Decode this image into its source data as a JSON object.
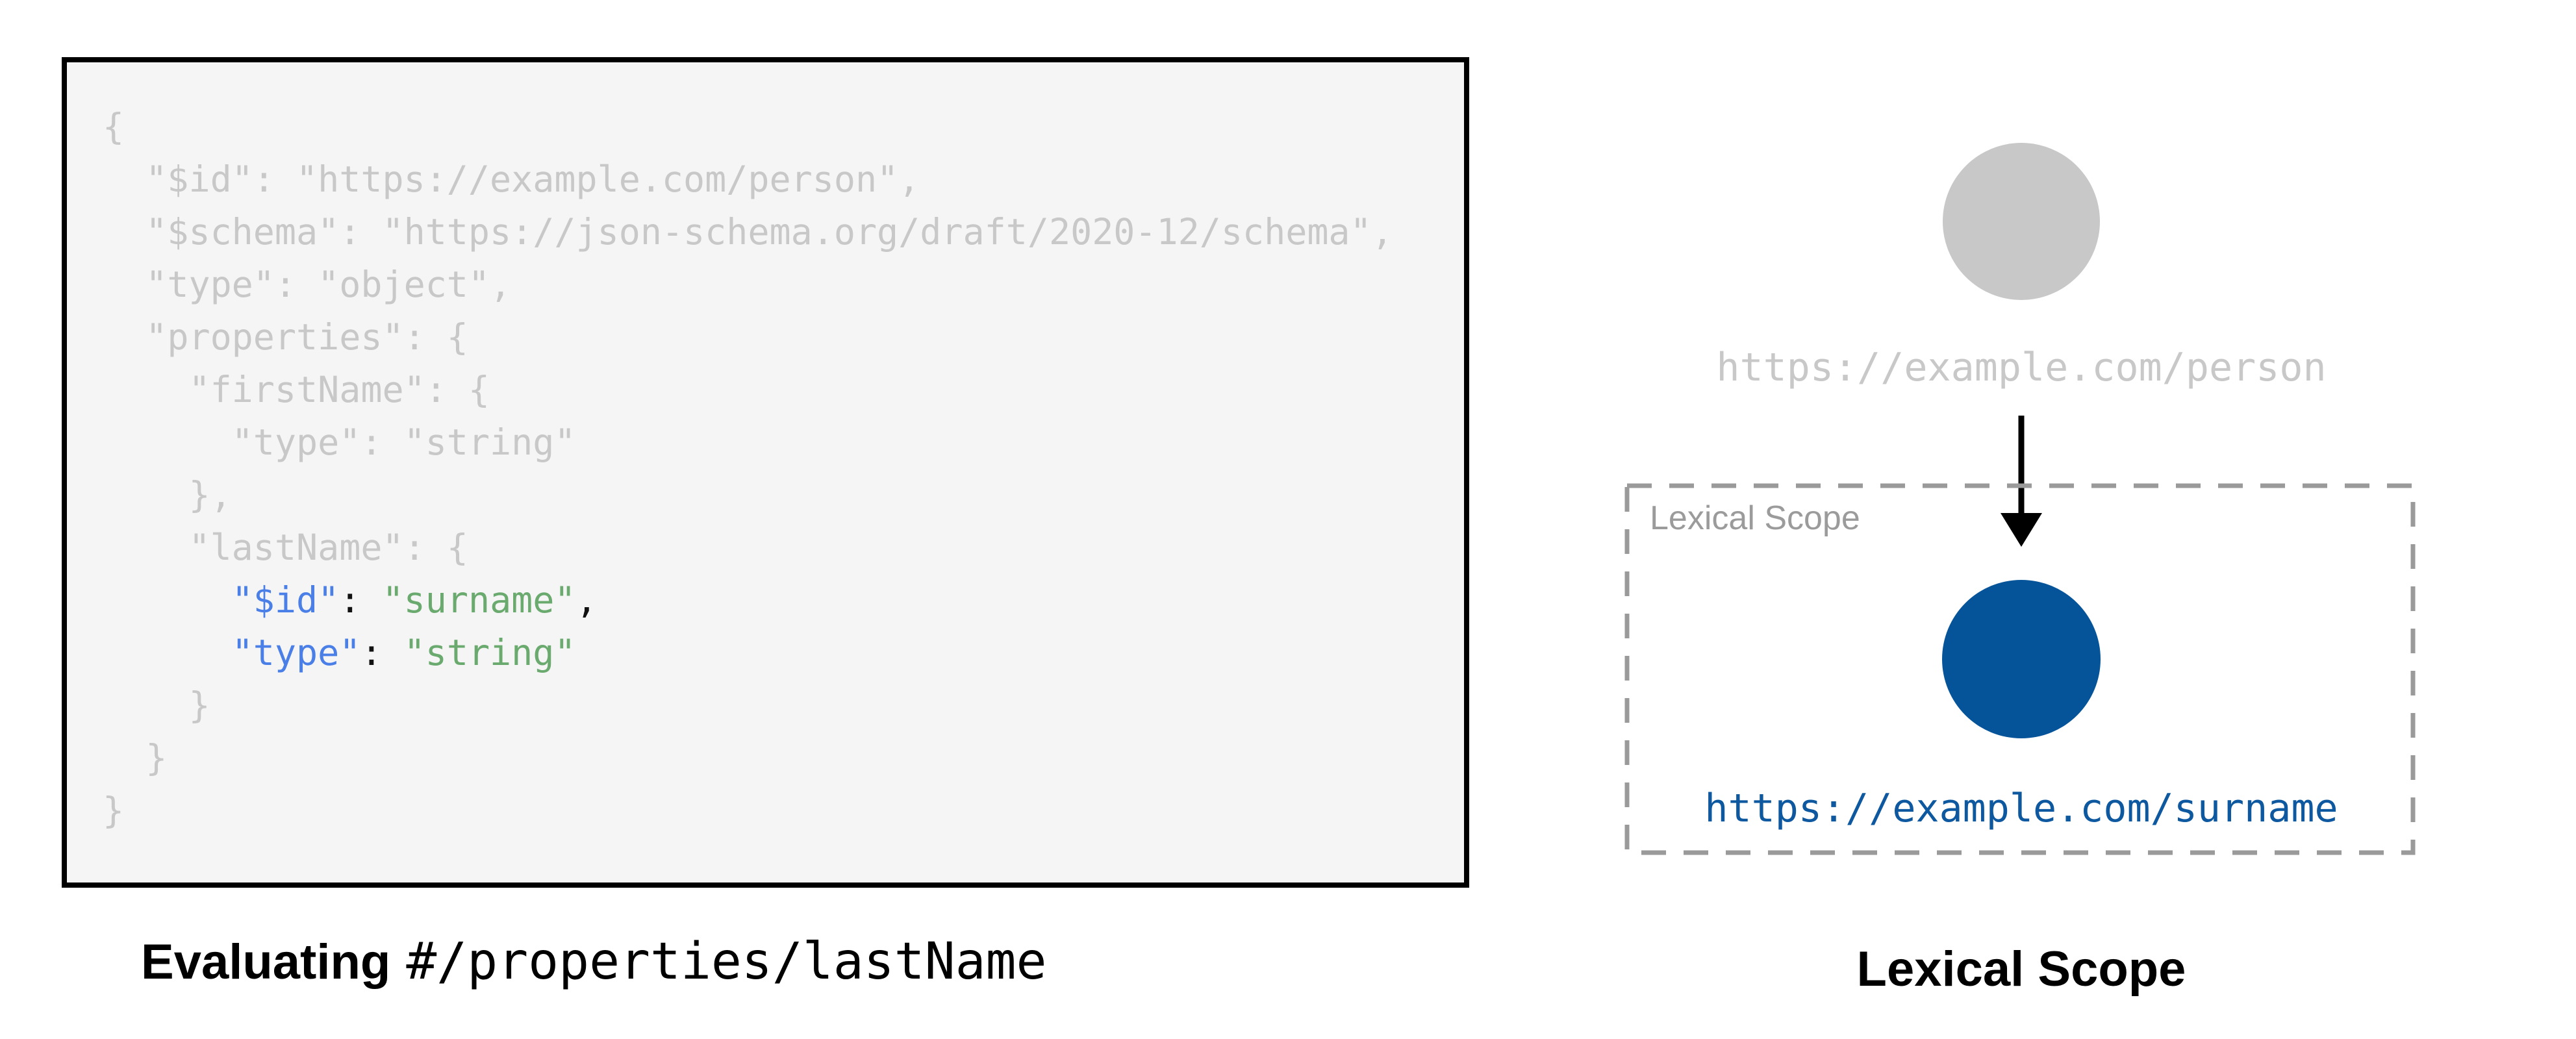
{
  "figure": {
    "left": {
      "code": {
        "lines_top": [
          "{",
          "  \"$id\": \"https://example.com/person\",",
          "  \"$schema\": \"https://json-schema.org/draft/2020-12/schema\",",
          "  \"type\": \"object\",",
          "  \"properties\": {",
          "    \"firstName\": {",
          "      \"type\": \"string\"",
          "    },",
          "    \"lastName\": {"
        ],
        "highlight": {
          "indent": "      ",
          "id_key": "\"$id\"",
          "id_sep": ": ",
          "id_value": "\"surname\"",
          "id_comma": ",",
          "type_key": "\"type\"",
          "type_sep": ": ",
          "type_value": "\"string\""
        },
        "lines_bottom": [
          "    }",
          "  }",
          "}"
        ]
      },
      "caption_bold": "Evaluating",
      "caption_mono": "#/properties/lastName"
    },
    "right": {
      "person_url": "https://example.com/person",
      "scope_label": "Lexical Scope",
      "surname_url": "https://example.com/surname",
      "caption": "Lexical Scope"
    },
    "colors": {
      "code_key_blue": "#4a7fe8",
      "code_string_green": "#6aaa6e",
      "code_dim_gray": "#c8c8c8",
      "node_gray": "#c8c8c8",
      "node_blue": "#05549a",
      "url_blue": "#0d589f",
      "dash_border_gray": "#9a9a9a",
      "panel_background": "#f5f5f5",
      "panel_border": "#000000"
    }
  }
}
